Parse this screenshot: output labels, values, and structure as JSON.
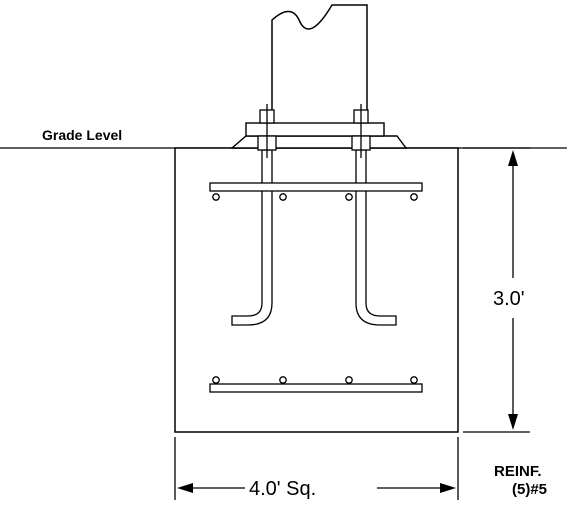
{
  "labels": {
    "grade_level": "Grade Level",
    "depth": "3.0'",
    "width": "4.0' Sq.",
    "reinf_line1": "REINF.",
    "reinf_line2": "(5)#5"
  }
}
